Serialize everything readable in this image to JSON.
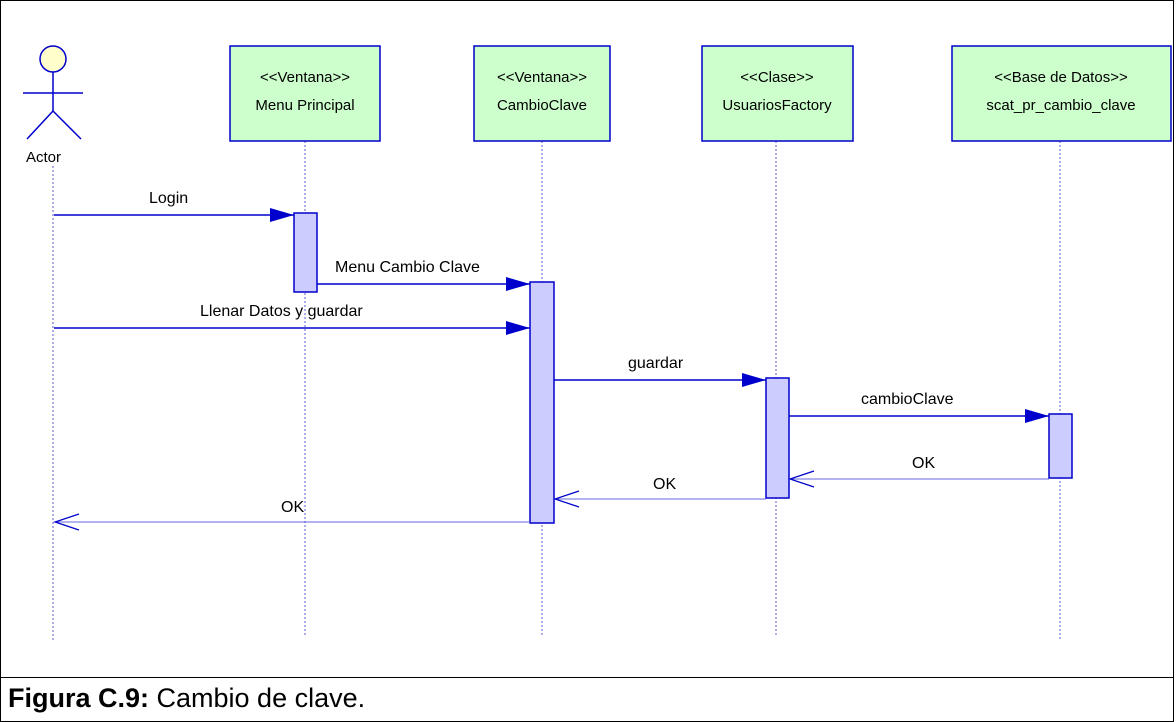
{
  "diagram": {
    "actor": {
      "label": "Actor"
    },
    "participants": [
      {
        "stereotype": "<<Ventana>>",
        "name": "Menu Principal"
      },
      {
        "stereotype": "<<Ventana>>",
        "name": "CambioClave"
      },
      {
        "stereotype": "<<Clase>>",
        "name": "UsuariosFactory"
      },
      {
        "stereotype": "<<Base de Datos>>",
        "name": "scat_pr_cambio_clave"
      }
    ],
    "messages": [
      {
        "label": "Login",
        "kind": "call"
      },
      {
        "label": "Menu Cambio Clave",
        "kind": "call"
      },
      {
        "label": "Llenar Datos y guardar",
        "kind": "call"
      },
      {
        "label": "guardar",
        "kind": "call"
      },
      {
        "label": "cambioClave",
        "kind": "call"
      },
      {
        "label": "OK",
        "kind": "return"
      },
      {
        "label": "OK",
        "kind": "return"
      },
      {
        "label": "OK",
        "kind": "return"
      }
    ],
    "colors": {
      "box_fill": "#ccffcc",
      "box_border": "#0000cc",
      "activation_fill": "#ccccff",
      "line": "#0000cc",
      "return_line": "#6666dd",
      "actor_head": "#ffffcc"
    }
  },
  "caption": {
    "prefix": "Figura C.9:",
    "text": " Cambio de clave."
  }
}
